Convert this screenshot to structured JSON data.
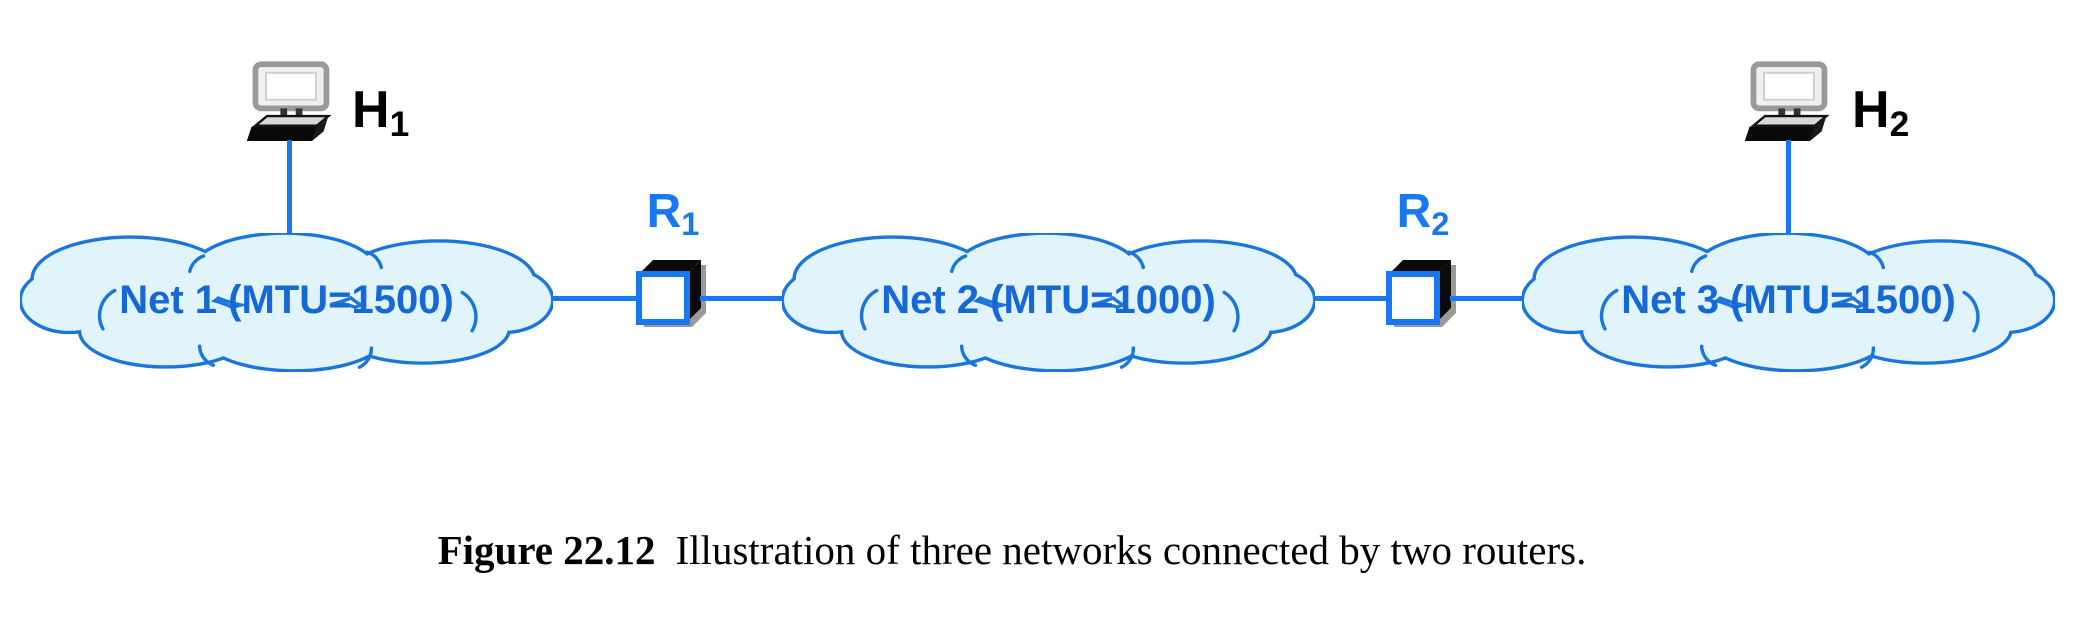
{
  "diagram": {
    "hosts": [
      {
        "label": "H",
        "sub": "1"
      },
      {
        "label": "H",
        "sub": "2"
      }
    ],
    "routers": [
      {
        "label": "R",
        "sub": "1"
      },
      {
        "label": "R",
        "sub": "2"
      }
    ],
    "networks": [
      {
        "label": "Net 1 (MTU=1500)"
      },
      {
        "label": "Net 2 (MTU=1000)"
      },
      {
        "label": "Net 3 (MTU=1500)"
      }
    ]
  },
  "caption": {
    "figure_label": "Figure 22.12",
    "text": "Illustration of three networks connected by two routers."
  },
  "colors": {
    "link_line": "#1778F2",
    "cloud_outline": "#1B76DB",
    "cloud_fill": "#E1F4FC",
    "net_text": "#1568D6",
    "router_face_border": "#1778F2",
    "router_extrusion": "#0A0A0A",
    "router_shadow": "#9A9A9A",
    "caption_text": "#000000"
  }
}
